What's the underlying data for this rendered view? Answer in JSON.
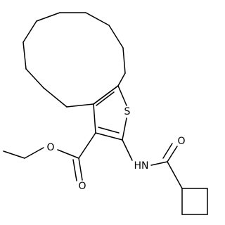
{
  "molecule": {
    "atom_labels": {
      "sulfur": "S",
      "amide_nitrogen": "HN",
      "amide_oxygen": "O",
      "ester_carbonyl_oxygen": "O",
      "ester_ether_oxygen": "O"
    },
    "bond_color": "#000000",
    "background_color": "#ffffff"
  }
}
